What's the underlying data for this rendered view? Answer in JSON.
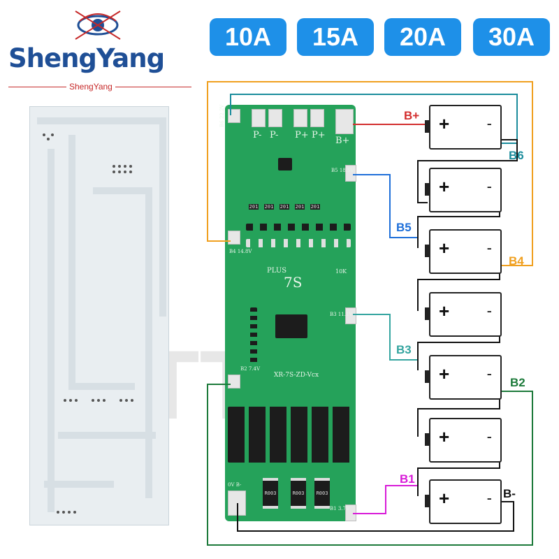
{
  "brand": {
    "name": "ShengYang",
    "subtitle": "ShengYang"
  },
  "current_badges": [
    "10A",
    "15A",
    "20A",
    "30A"
  ],
  "board_silkscreen": {
    "pads_top": [
      "P-",
      "P-",
      "P+",
      "P+",
      "B+"
    ],
    "labels": [
      "B6 22.2V",
      "B5 18.5V",
      "B4 14.8V",
      "B3 11.1V",
      "B2 7.4V",
      "B1 3.7V",
      "0V B-",
      "PLUS",
      "7S",
      "XR-7S-ZD-Vcx",
      "10K"
    ],
    "resistor_codes": [
      "201",
      "201",
      "201",
      "201",
      "201",
      "R003",
      "R003",
      "R003"
    ]
  },
  "wire_labels": {
    "b_plus": "B+",
    "b6": "B6",
    "b5": "B5",
    "b4": "B4",
    "b3": "B3",
    "b2": "B2",
    "b1": "B1",
    "b_minus": "B-"
  },
  "battery_symbols": {
    "plus": "+",
    "minus": "-"
  },
  "watermark": "TT",
  "colors": {
    "badge": "#1e90e8",
    "b_plus": "#d32f2f",
    "b6": "#1a8c9c",
    "b5": "#1e6fd9",
    "b4": "#f0a020",
    "b3": "#35a5a0",
    "b2": "#1c7a3a",
    "b1": "#d81bd8",
    "b_minus": "#111111",
    "pcb": "#25a25a",
    "brand": "#1f4f96"
  }
}
